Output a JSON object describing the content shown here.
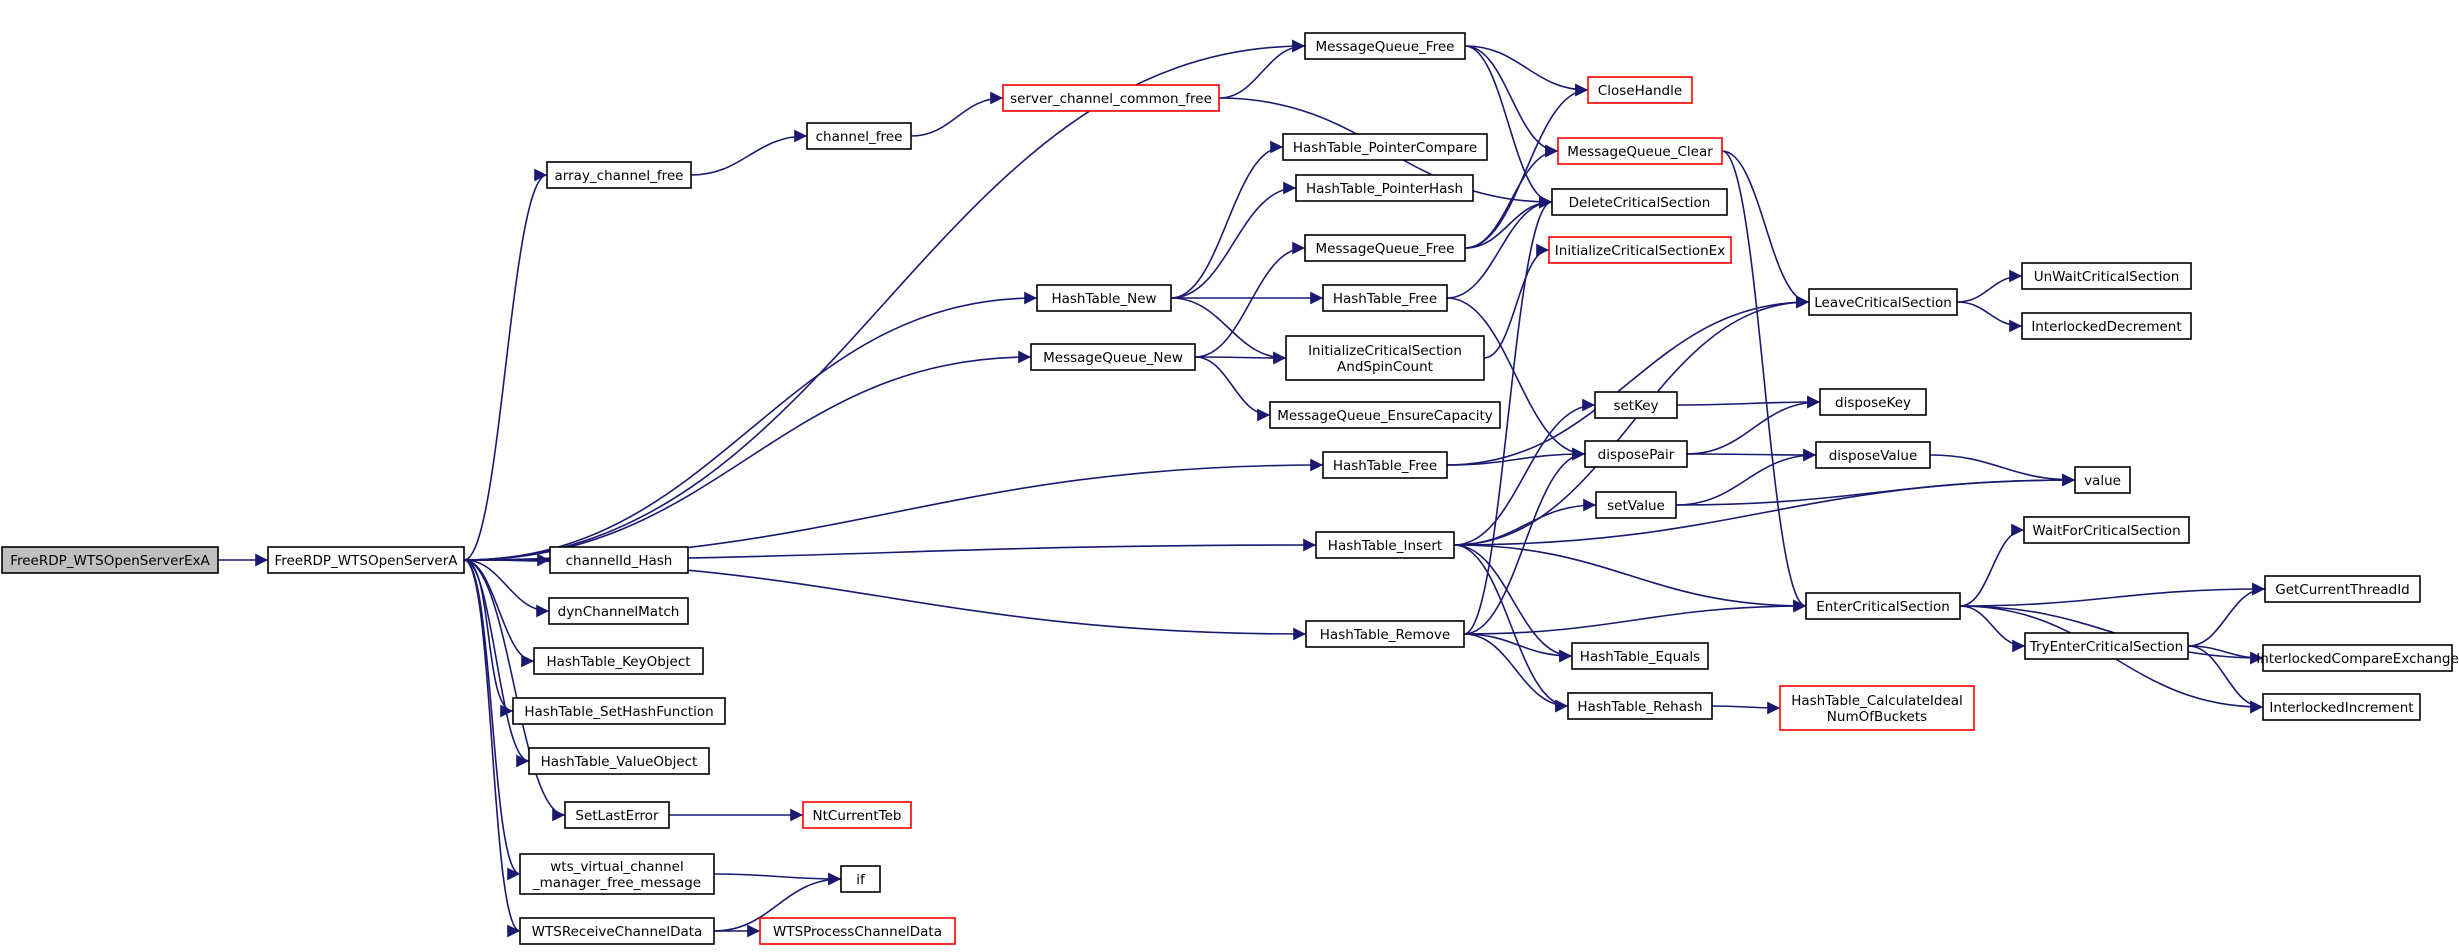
{
  "colors": {
    "edge": "#191970",
    "node_border": "#000000",
    "node_border_external": "#ff0000",
    "node_fill": "#ffffff",
    "root_fill": "#bfbfbf"
  },
  "nodes": [
    {
      "id": "root",
      "lines": [
        "FreeRDP_WTSOpenServerExA"
      ],
      "variant": "root"
    },
    {
      "id": "openA",
      "lines": [
        "FreeRDP_WTSOpenServerA"
      ],
      "variant": "normal"
    },
    {
      "id": "mqfree_top",
      "lines": [
        "MessageQueue_Free"
      ],
      "variant": "normal"
    },
    {
      "id": "closehandle",
      "lines": [
        "CloseHandle"
      ],
      "variant": "external"
    },
    {
      "id": "sccf",
      "lines": [
        "server_channel_common_free"
      ],
      "variant": "external"
    },
    {
      "id": "chfree",
      "lines": [
        "channel_free"
      ],
      "variant": "normal"
    },
    {
      "id": "arrchfree",
      "lines": [
        "array_channel_free"
      ],
      "variant": "normal"
    },
    {
      "id": "mqclear",
      "lines": [
        "MessageQueue_Clear"
      ],
      "variant": "external"
    },
    {
      "id": "htpc",
      "lines": [
        "HashTable_PointerCompare"
      ],
      "variant": "normal"
    },
    {
      "id": "htph",
      "lines": [
        "HashTable_PointerHash"
      ],
      "variant": "normal"
    },
    {
      "id": "delcs",
      "lines": [
        "DeleteCriticalSection"
      ],
      "variant": "normal"
    },
    {
      "id": "mqfree_mid",
      "lines": [
        "MessageQueue_Free"
      ],
      "variant": "normal"
    },
    {
      "id": "initcsex",
      "lines": [
        "InitializeCriticalSectionEx"
      ],
      "variant": "external"
    },
    {
      "id": "htnew",
      "lines": [
        "HashTable_New"
      ],
      "variant": "normal"
    },
    {
      "id": "htfree_mid",
      "lines": [
        "HashTable_Free"
      ],
      "variant": "normal"
    },
    {
      "id": "leavecs",
      "lines": [
        "LeaveCriticalSection"
      ],
      "variant": "normal"
    },
    {
      "id": "unwaitcs",
      "lines": [
        "UnWaitCriticalSection"
      ],
      "variant": "normal"
    },
    {
      "id": "interdec",
      "lines": [
        "InterlockedDecrement"
      ],
      "variant": "normal"
    },
    {
      "id": "initcsspin",
      "lines": [
        "InitializeCriticalSection",
        "AndSpinCount"
      ],
      "variant": "normal"
    },
    {
      "id": "mqnew",
      "lines": [
        "MessageQueue_New"
      ],
      "variant": "normal"
    },
    {
      "id": "mqensure",
      "lines": [
        "MessageQueue_EnsureCapacity"
      ],
      "variant": "normal"
    },
    {
      "id": "setkey",
      "lines": [
        "setKey"
      ],
      "variant": "normal"
    },
    {
      "id": "disposekey",
      "lines": [
        "disposeKey"
      ],
      "variant": "normal"
    },
    {
      "id": "htfree_low",
      "lines": [
        "HashTable_Free"
      ],
      "variant": "normal"
    },
    {
      "id": "disposepair",
      "lines": [
        "disposePair"
      ],
      "variant": "normal"
    },
    {
      "id": "disposevalue",
      "lines": [
        "disposeValue"
      ],
      "variant": "normal"
    },
    {
      "id": "value",
      "lines": [
        "value"
      ],
      "variant": "normal"
    },
    {
      "id": "setvalue",
      "lines": [
        "setValue"
      ],
      "variant": "normal"
    },
    {
      "id": "htinsert",
      "lines": [
        "HashTable_Insert"
      ],
      "variant": "normal"
    },
    {
      "id": "waitcs",
      "lines": [
        "WaitForCriticalSection"
      ],
      "variant": "normal"
    },
    {
      "id": "chidhash",
      "lines": [
        "channelId_Hash"
      ],
      "variant": "normal"
    },
    {
      "id": "entercs",
      "lines": [
        "EnterCriticalSection"
      ],
      "variant": "normal"
    },
    {
      "id": "getthreadid",
      "lines": [
        "GetCurrentThreadId"
      ],
      "variant": "normal"
    },
    {
      "id": "dynmatch",
      "lines": [
        "dynChannelMatch"
      ],
      "variant": "normal"
    },
    {
      "id": "htremove",
      "lines": [
        "HashTable_Remove"
      ],
      "variant": "normal"
    },
    {
      "id": "tryentercs",
      "lines": [
        "TryEnterCriticalSection"
      ],
      "variant": "normal"
    },
    {
      "id": "intercmpx",
      "lines": [
        "InterlockedCompareExchange"
      ],
      "variant": "normal"
    },
    {
      "id": "htkeyobj",
      "lines": [
        "HashTable_KeyObject"
      ],
      "variant": "normal"
    },
    {
      "id": "htequals",
      "lines": [
        "HashTable_Equals"
      ],
      "variant": "normal"
    },
    {
      "id": "htcalc",
      "lines": [
        "HashTable_CalculateIdeal",
        "NumOfBuckets"
      ],
      "variant": "external"
    },
    {
      "id": "interinc",
      "lines": [
        "InterlockedIncrement"
      ],
      "variant": "normal"
    },
    {
      "id": "htsethash",
      "lines": [
        "HashTable_SetHashFunction"
      ],
      "variant": "normal"
    },
    {
      "id": "htrehash",
      "lines": [
        "HashTable_Rehash"
      ],
      "variant": "normal"
    },
    {
      "id": "htvalobj",
      "lines": [
        "HashTable_ValueObject"
      ],
      "variant": "normal"
    },
    {
      "id": "setlasterr",
      "lines": [
        "SetLastError"
      ],
      "variant": "normal"
    },
    {
      "id": "ntcurteb",
      "lines": [
        "NtCurrentTeb"
      ],
      "variant": "external"
    },
    {
      "id": "wtsvcm",
      "lines": [
        "wts_virtual_channel",
        "_manager_free_message"
      ],
      "variant": "normal"
    },
    {
      "id": "if",
      "lines": [
        "if"
      ],
      "variant": "normal"
    },
    {
      "id": "wtsrecv",
      "lines": [
        "WTSReceiveChannelData"
      ],
      "variant": "normal"
    },
    {
      "id": "wtsproc",
      "lines": [
        "WTSProcessChannelData"
      ],
      "variant": "external"
    }
  ],
  "edges": [
    [
      "root",
      "openA"
    ],
    [
      "openA",
      "mqfree_top"
    ],
    [
      "openA",
      "arrchfree"
    ],
    [
      "openA",
      "htnew"
    ],
    [
      "openA",
      "mqnew"
    ],
    [
      "openA",
      "htfree_low"
    ],
    [
      "openA",
      "htinsert"
    ],
    [
      "openA",
      "htremove"
    ],
    [
      "openA",
      "chidhash"
    ],
    [
      "openA",
      "dynmatch"
    ],
    [
      "openA",
      "htkeyobj"
    ],
    [
      "openA",
      "htsethash"
    ],
    [
      "openA",
      "htvalobj"
    ],
    [
      "openA",
      "setlasterr"
    ],
    [
      "openA",
      "wtsvcm"
    ],
    [
      "openA",
      "wtsrecv"
    ],
    [
      "arrchfree",
      "chfree"
    ],
    [
      "chfree",
      "sccf"
    ],
    [
      "sccf",
      "mqfree_top"
    ],
    [
      "sccf",
      "delcs"
    ],
    [
      "mqfree_top",
      "closehandle"
    ],
    [
      "mqfree_top",
      "mqclear"
    ],
    [
      "mqfree_top",
      "delcs"
    ],
    [
      "mqclear",
      "leavecs"
    ],
    [
      "mqclear",
      "entercs"
    ],
    [
      "htnew",
      "htpc"
    ],
    [
      "htnew",
      "htph"
    ],
    [
      "htnew",
      "htfree_mid"
    ],
    [
      "htnew",
      "initcsspin"
    ],
    [
      "mqnew",
      "mqfree_mid"
    ],
    [
      "mqnew",
      "initcsspin"
    ],
    [
      "mqnew",
      "mqensure"
    ],
    [
      "mqfree_mid",
      "closehandle"
    ],
    [
      "mqfree_mid",
      "mqclear"
    ],
    [
      "mqfree_mid",
      "delcs"
    ],
    [
      "htfree_mid",
      "delcs"
    ],
    [
      "htfree_mid",
      "disposepair"
    ],
    [
      "initcsspin",
      "initcsex"
    ],
    [
      "htfree_low",
      "leavecs"
    ],
    [
      "htfree_low",
      "disposepair"
    ],
    [
      "htinsert",
      "setkey"
    ],
    [
      "htinsert",
      "setvalue"
    ],
    [
      "htinsert",
      "value"
    ],
    [
      "htinsert",
      "entercs"
    ],
    [
      "htinsert",
      "htequals"
    ],
    [
      "htinsert",
      "htrehash"
    ],
    [
      "htinsert",
      "leavecs"
    ],
    [
      "htremove",
      "disposepair"
    ],
    [
      "htremove",
      "htequals"
    ],
    [
      "htremove",
      "htrehash"
    ],
    [
      "htremove",
      "entercs"
    ],
    [
      "htremove",
      "delcs"
    ],
    [
      "setkey",
      "disposekey"
    ],
    [
      "disposepair",
      "disposekey"
    ],
    [
      "disposepair",
      "disposevalue"
    ],
    [
      "setvalue",
      "disposevalue"
    ],
    [
      "setvalue",
      "value"
    ],
    [
      "disposevalue",
      "value"
    ],
    [
      "leavecs",
      "unwaitcs"
    ],
    [
      "leavecs",
      "interdec"
    ],
    [
      "entercs",
      "waitcs"
    ],
    [
      "entercs",
      "getthreadid"
    ],
    [
      "entercs",
      "tryentercs"
    ],
    [
      "entercs",
      "intercmpx"
    ],
    [
      "entercs",
      "interinc"
    ],
    [
      "tryentercs",
      "getthreadid"
    ],
    [
      "tryentercs",
      "intercmpx"
    ],
    [
      "tryentercs",
      "interinc"
    ],
    [
      "htrehash",
      "htcalc"
    ],
    [
      "setlasterr",
      "ntcurteb"
    ],
    [
      "wtsvcm",
      "if"
    ],
    [
      "wtsrecv",
      "if"
    ],
    [
      "wtsrecv",
      "wtsproc"
    ]
  ]
}
